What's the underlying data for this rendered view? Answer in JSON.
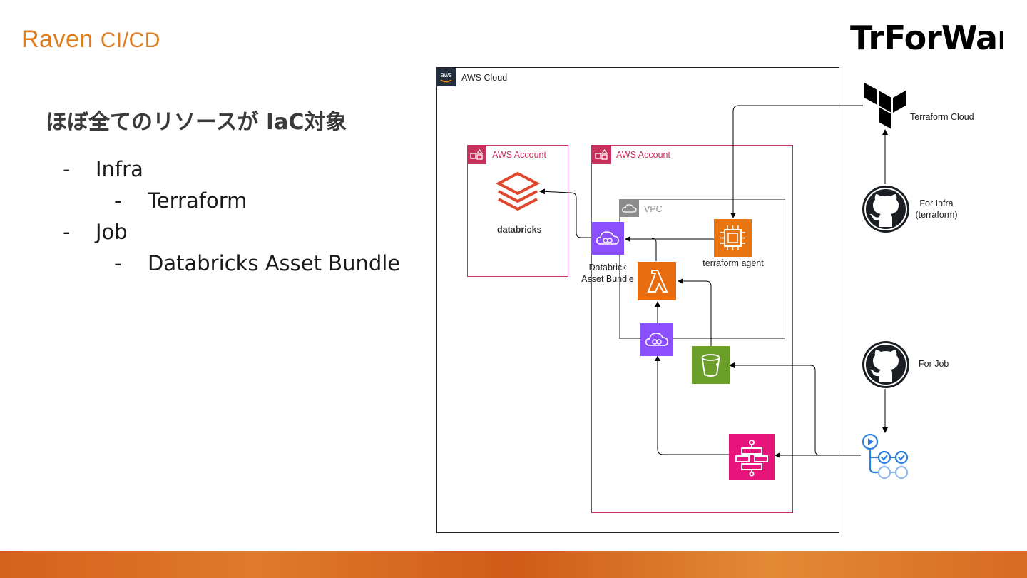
{
  "brand": {
    "name": "Raven",
    "suffix": "CI/CD"
  },
  "logo": {
    "text": "TrForWard"
  },
  "slide": {
    "heading": "ほぼ全てのリソースが IaC対象",
    "bullets": [
      {
        "dash": "-",
        "text": "Infra"
      },
      {
        "dash": "-",
        "text": "Terraform"
      },
      {
        "dash": "-",
        "text": "Job"
      },
      {
        "dash": "-",
        "text": "Databricks Asset Bundle"
      }
    ]
  },
  "diagram": {
    "aws_cloud": {
      "label": "AWS Cloud",
      "badge": "aws"
    },
    "account_left": {
      "label": "AWS Account",
      "databricks_label": "databricks"
    },
    "account_right": {
      "label": "AWS Account"
    },
    "vpc": {
      "label": "VPC"
    },
    "ec2": {
      "label": "terraform agent"
    },
    "dab": {
      "line1": "Databrick",
      "line2": "Asset Bundle"
    },
    "terraform_cloud": {
      "label": "Terraform Cloud"
    },
    "github_infra": {
      "line1": "For Infra",
      "line2": "(terraform)"
    },
    "github_job": {
      "label": "For Job"
    }
  },
  "colors": {
    "brand_orange": "#e07c1c",
    "account_border": "#c7315b",
    "ec2_orange": "#e8750f",
    "lambda_orange": "#e86d10",
    "s3_green": "#6c9e2a",
    "purple": "#8c4fff",
    "step_pink": "#e7157b",
    "vpc_gray": "#8c8c8c",
    "databricks_red": "#e0482e",
    "actions_blue": "#2f7fe0",
    "footer_orange": "#d86a22"
  }
}
